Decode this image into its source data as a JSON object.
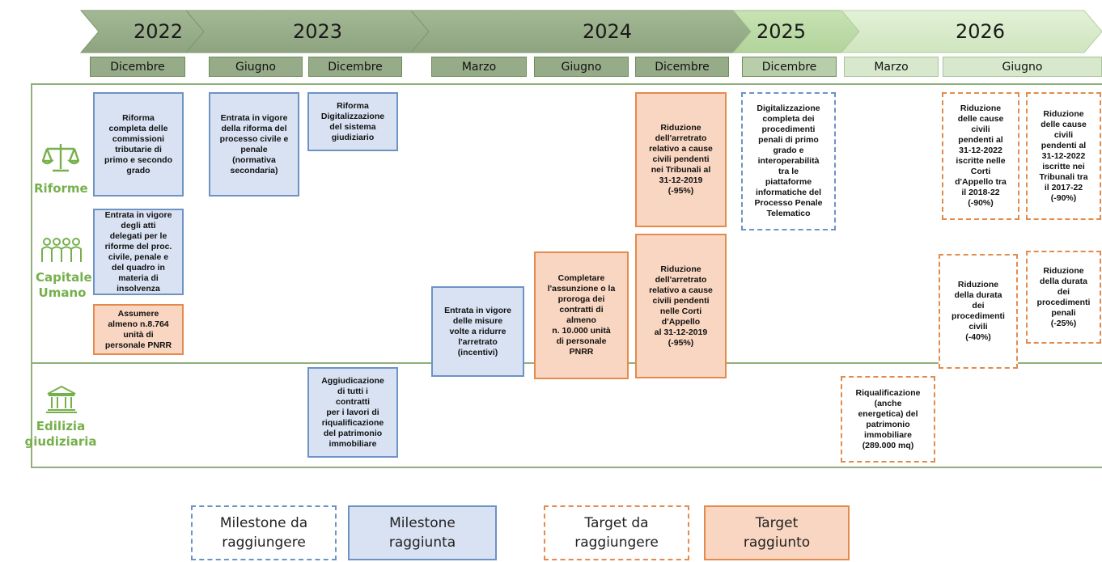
{
  "years": [
    "2022",
    "2023",
    "2024",
    "2025",
    "2026"
  ],
  "months": [
    "Dicembre",
    "Giugno",
    "Dicembre",
    "Marzo",
    "Giugno",
    "Dicembre",
    "Dicembre",
    "Marzo",
    "Giugno"
  ],
  "categories": {
    "riforme": "Riforme",
    "capitale_umano": "Capitale\nUmano",
    "edilizia": "Edilizia\ngiudiziaria"
  },
  "cards": [
    {
      "id": "c1",
      "status": "milestone-raggiunta",
      "text": "Riforma\ncompleta delle\ncommissioni\ntributarie di\nprimo e secondo\ngrado"
    },
    {
      "id": "c2",
      "status": "milestone-raggiunta",
      "text": "Entrata in vigore\ndegli atti\ndelegati per le\nriforme del proc.\ncivile, penale e\ndel quadro in\nmateria di\ninsolvenza"
    },
    {
      "id": "c3",
      "status": "target-raggiunto",
      "text": "Assumere\nalmeno n.8.764\nunità di\npersonale PNRR"
    },
    {
      "id": "c4",
      "status": "milestone-raggiunta",
      "text": "Entrata in vigore\ndella riforma del\nprocesso civile e\npenale\n(normativa\nsecondaria)"
    },
    {
      "id": "c5",
      "status": "milestone-raggiunta",
      "text": "Riforma\nDigitalizzazione\ndel sistema\ngiudiziario"
    },
    {
      "id": "c6",
      "status": "milestone-raggiunta",
      "text": "Aggiudicazione\ndi tutti i\ncontratti\nper i lavori di\nriqualificazione\ndel patrimonio\nimmobiliare"
    },
    {
      "id": "c7",
      "status": "milestone-raggiunta",
      "text": "Entrata in vigore\ndelle misure\nvolte a ridurre\nl'arretrato\n(incentivi)"
    },
    {
      "id": "c8",
      "status": "target-raggiunto",
      "text": "Completare\nl'assunzione o la\nproroga dei\ncontratti di\nalmeno\nn. 10.000 unità\ndi personale\nPNRR"
    },
    {
      "id": "c9",
      "status": "target-raggiunto",
      "text": "Riduzione\ndell'arretrato\nrelativo a cause\ncivili pendenti\nnei Tribunali al\n31-12-2019\n(-95%)"
    },
    {
      "id": "c10",
      "status": "target-raggiunto",
      "text": "Riduzione\ndell'arretrato\nrelativo a cause\ncivili pendenti\nnelle Corti\nd'Appello\nal 31-12-2019\n(-95%)"
    },
    {
      "id": "c11",
      "status": "milestone-da-raggiungere",
      "text": "Digitalizzazione\ncompleta dei\nprocedimenti\npenali di primo\ngrado e\ninteroperabilità\ntra le\npiattaforme\ninformatiche del\nProcesso Penale\nTelematico"
    },
    {
      "id": "c12",
      "status": "target-da-raggiungere",
      "text": "Riqualificazione\n(anche\nenergetica) del\npatrimonio\nimmobiliare\n(289.000 mq)"
    },
    {
      "id": "c13",
      "status": "target-da-raggiungere",
      "text": "Riduzione\ndelle cause\ncivili\npendenti al\n31-12-2022\niscritte nelle\nCorti\nd'Appello tra\nil 2018-22\n(-90%)"
    },
    {
      "id": "c14",
      "status": "target-da-raggiungere",
      "text": "Riduzione\ndelle cause\ncivili\npendenti al\n31-12-2022\niscritte nei\nTribunali tra\nil 2017-22\n(-90%)"
    },
    {
      "id": "c15",
      "status": "target-da-raggiungere",
      "text": "Riduzione\ndella durata\ndei\nprocedimenti\ncivili\n(-40%)"
    },
    {
      "id": "c16",
      "status": "target-da-raggiungere",
      "text": "Riduzione\ndella durata\ndei\nprocedimenti\npenali\n(-25%)"
    }
  ],
  "legend": [
    {
      "status": "milestone-da-raggiungere",
      "label": "Milestone da\nraggiungere"
    },
    {
      "status": "milestone-raggiunta",
      "label": "Milestone\nraggiunta"
    },
    {
      "status": "target-da-raggiungere",
      "label": "Target da\nraggiungere"
    },
    {
      "status": "target-raggiunto",
      "label": "Target\nraggiunto"
    }
  ],
  "colors": {
    "milestone_fill": "#d9e2f3",
    "milestone_border": "#6d93c4",
    "target_fill": "#f9d6c1",
    "target_border": "#e58a4d",
    "chevron_dark": "#96ac88",
    "chevron_light": "#d8ecc9",
    "category_green": "#76b04c"
  },
  "icons": [
    "scales-icon",
    "people-icon",
    "courthouse-icon"
  ]
}
